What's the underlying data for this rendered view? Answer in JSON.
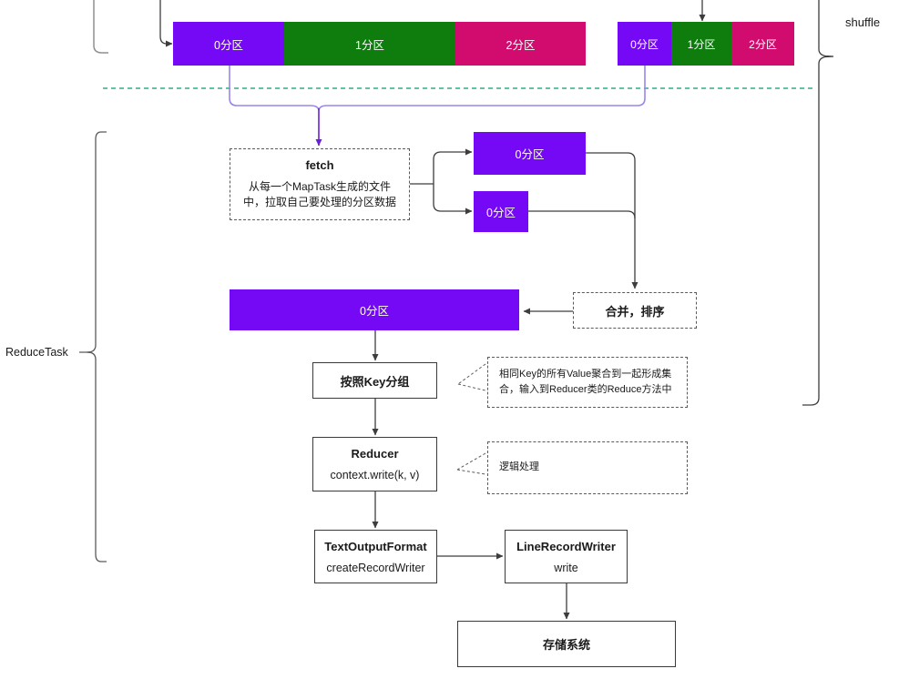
{
  "stage_labels": {
    "shuffle": "shuffle",
    "reduce_task": "ReduceTask"
  },
  "map_outputs": {
    "left_bar": {
      "segments": [
        {
          "label": "0分区"
        },
        {
          "label": "1分区"
        },
        {
          "label": "2分区"
        }
      ]
    },
    "right_bar": {
      "segments": [
        {
          "label": "0分区"
        },
        {
          "label": "1分区"
        },
        {
          "label": "2分区"
        }
      ]
    }
  },
  "nodes": {
    "fetch": {
      "title": "fetch",
      "desc_line1": "从每一个MapTask生成的文件",
      "desc_line2": "中，拉取自己要处理的分区数据"
    },
    "fetched_partition_top": {
      "label": "0分区"
    },
    "fetched_partition_bottom": {
      "label": "0分区"
    },
    "merge_sort": {
      "label": "合并，排序"
    },
    "merged_partition": {
      "label": "0分区"
    },
    "group_by_key": {
      "label": "按照Key分组"
    },
    "reducer": {
      "title": "Reducer",
      "subtitle": "context.write(k, v)"
    },
    "text_output_format": {
      "title": "TextOutputFormat",
      "subtitle": "createRecordWriter"
    },
    "line_record_writer": {
      "title": "LineRecordWriter",
      "subtitle": "write"
    },
    "storage": {
      "label": "存储系统"
    }
  },
  "annotations": {
    "group_note": {
      "line1": "相同Key的所有Value聚合到一起形成集",
      "line2": "合，输入到Reducer类的Reduce方法中"
    },
    "reducer_note": {
      "line1": "逻辑处理"
    }
  },
  "colors": {
    "partition0": "#7509F5",
    "partition1": "#0E7D0E",
    "partition2": "#D10C6E",
    "divider_teal": "#4CBA96",
    "purple_connector_light": "#9A85EE",
    "purple_connector_dark": "#6D1FD8",
    "wire_dark": "#3d3d3d",
    "bracket_gray": "#8f8f8f"
  }
}
